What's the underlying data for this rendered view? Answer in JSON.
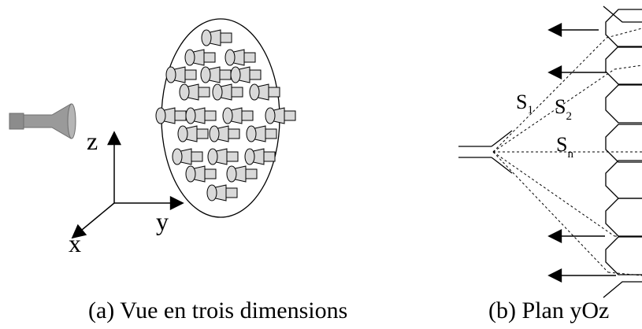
{
  "panel_a": {
    "caption": "(a) Vue en trois dimensions",
    "axis_labels": {
      "z": "z",
      "y": "y",
      "x": "x"
    },
    "element_count": 24,
    "icons": [
      "source-horn-icon",
      "antenna-element-icon"
    ]
  },
  "panel_b": {
    "caption": "(b) Plan yOz",
    "path_labels": [
      {
        "main": "S",
        "sub": "1"
      },
      {
        "main": "S",
        "sub": "2"
      },
      {
        "main": "S",
        "sub": "n"
      }
    ],
    "icons": [
      "feed-horn-icon",
      "element-horn-icon",
      "arrow-icon"
    ]
  },
  "colors": {
    "ink": "#000000",
    "element_fill": "#d9d9d9",
    "source_fill": "#9a9a9a"
  }
}
